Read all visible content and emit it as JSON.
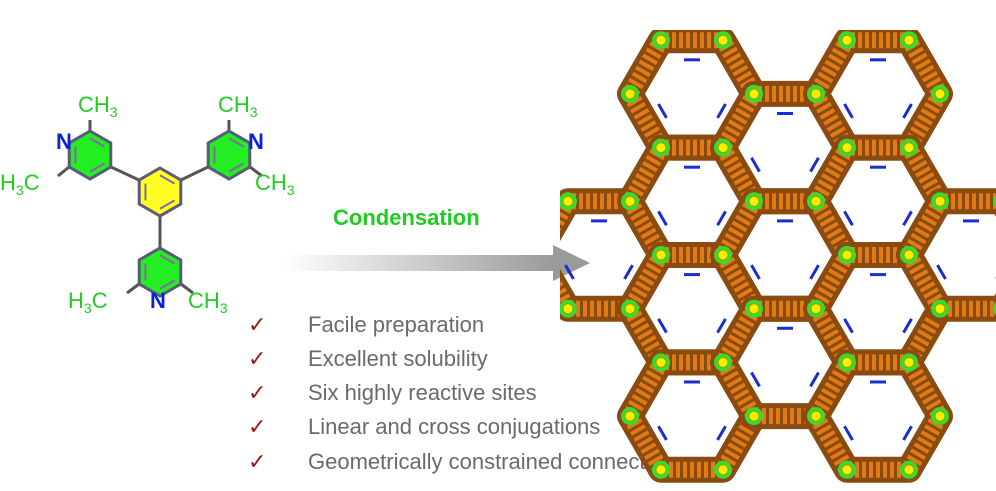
{
  "molecule": {
    "methyl": "CH",
    "methyl_left": "H",
    "methyl_c": "C",
    "sub3": "3",
    "nitrogen": "N",
    "colors": {
      "pyridine": "#22ee22",
      "benzene": "#ffff22",
      "bond": "#555555",
      "label": "#22cc22",
      "nitrogen": "#0b1fe0"
    }
  },
  "reaction": {
    "label": "Condensation"
  },
  "features": [
    {
      "label": "Facile preparation"
    },
    {
      "label": "Excellent solubility"
    },
    {
      "label": "Six highly reactive sites"
    },
    {
      "label": "Linear and cross conjugations"
    },
    {
      "label": "Geometrically constrained connection"
    }
  ],
  "check_glyph": "✓",
  "framework": {
    "colors": {
      "wall": "#e07b14",
      "wall_dark": "#8a4a10",
      "node": "#f4f000",
      "linker": "#1b2cd0",
      "node_ring": "#33dd33"
    }
  }
}
